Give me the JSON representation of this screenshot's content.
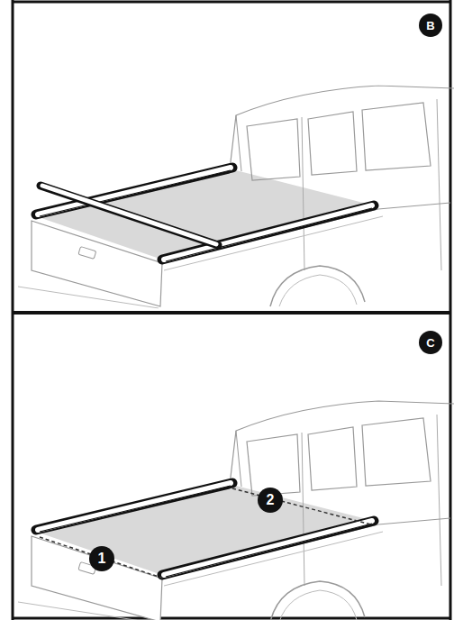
{
  "diagram": {
    "nodes": [
      {
        "text": [
          "B"
        ]
      },
      {
        "text": [
          "C"
        ]
      },
      {
        "text": [
          "2"
        ]
      },
      {
        "text": [
          "1"
        ]
      }
    ]
  }
}
